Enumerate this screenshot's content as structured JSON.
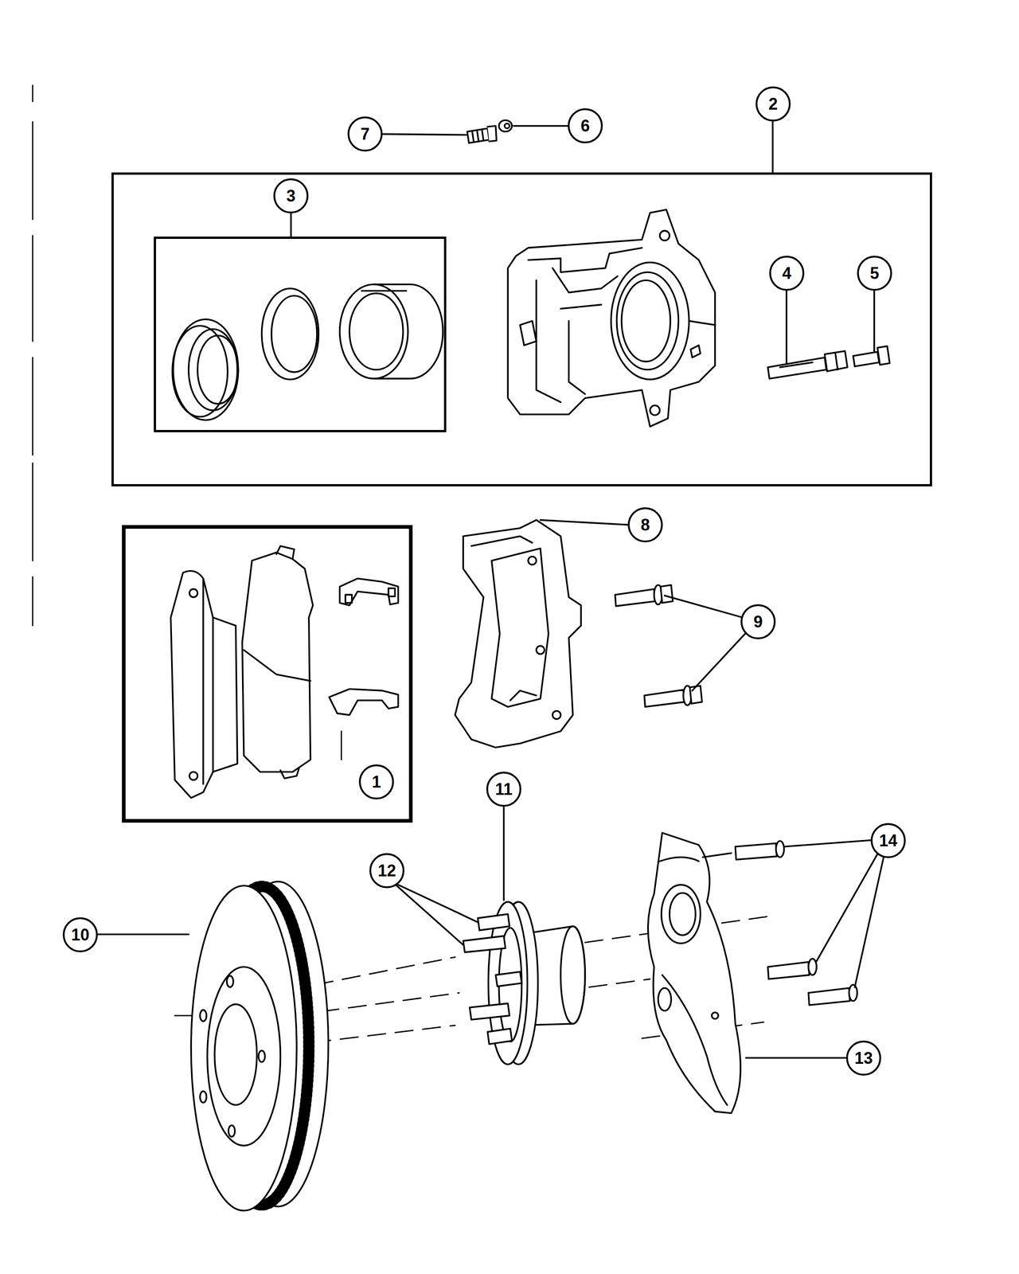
{
  "diagram": {
    "nodes": [
      {
        "text": [
          "2"
        ]
      },
      {
        "text": [
          "3"
        ],
        "in": 0
      },
      {
        "text": [
          "1"
        ]
      }
    ],
    "labels": [
      "7",
      "6",
      "4",
      "5",
      "8",
      "9",
      "11",
      "12",
      "14",
      "10",
      "13"
    ]
  }
}
